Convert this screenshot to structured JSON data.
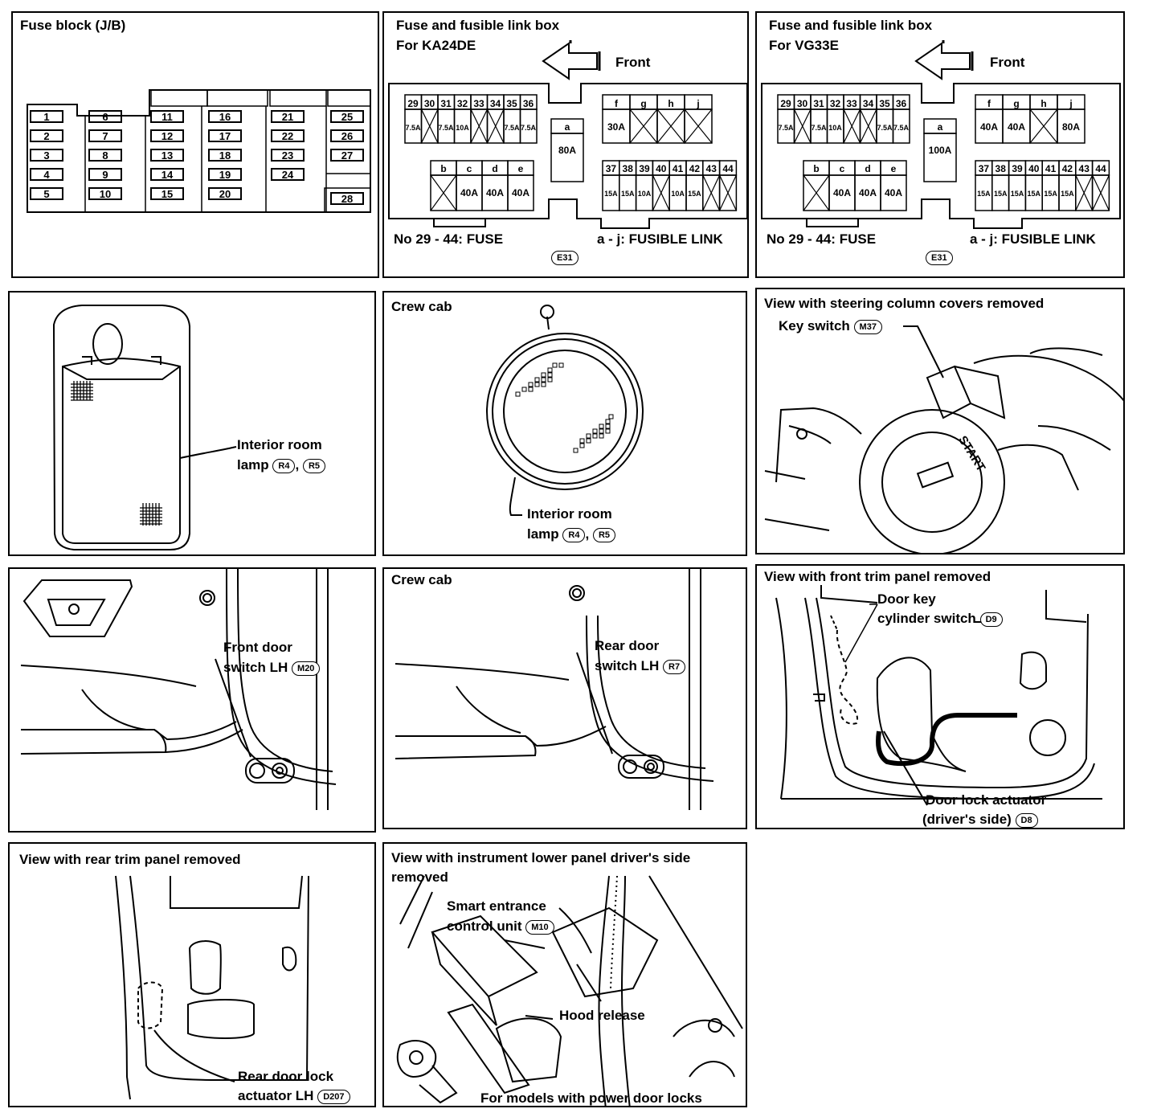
{
  "panels": {
    "fuse_block": {
      "title": "Fuse block (J/B)",
      "fuses": [
        "1",
        "2",
        "3",
        "4",
        "5",
        "6",
        "7",
        "8",
        "9",
        "10",
        "11",
        "12",
        "13",
        "14",
        "15",
        "16",
        "17",
        "18",
        "19",
        "20",
        "21",
        "22",
        "23",
        "24",
        "25",
        "26",
        "27",
        "28"
      ]
    },
    "box_ka24de": {
      "title_1": "Fuse and fusible link box",
      "title_2": "For KA24DE",
      "front": "Front",
      "top_fuses": [
        {
          "no": "29",
          "amp": "7.5A"
        },
        {
          "no": "30",
          "amp": ""
        },
        {
          "no": "31",
          "amp": "7.5A"
        },
        {
          "no": "32",
          "amp": "10A"
        },
        {
          "no": "33",
          "amp": ""
        },
        {
          "no": "34",
          "amp": ""
        },
        {
          "no": "35",
          "amp": "7.5A"
        },
        {
          "no": "36",
          "amp": "7.5A"
        }
      ],
      "center_link": {
        "id": "a",
        "amp": "80A"
      },
      "links_fghj": [
        {
          "id": "f",
          "amp": "30A"
        },
        {
          "id": "g",
          "amp": ""
        },
        {
          "id": "h",
          "amp": ""
        },
        {
          "id": "j",
          "amp": ""
        }
      ],
      "links_bcde": [
        {
          "id": "b",
          "amp": ""
        },
        {
          "id": "c",
          "amp": "40A"
        },
        {
          "id": "d",
          "amp": "40A"
        },
        {
          "id": "e",
          "amp": "40A"
        }
      ],
      "bottom_fuses": [
        {
          "no": "37",
          "amp": "15A"
        },
        {
          "no": "38",
          "amp": "15A"
        },
        {
          "no": "39",
          "amp": "10A"
        },
        {
          "no": "40",
          "amp": ""
        },
        {
          "no": "41",
          "amp": "10A"
        },
        {
          "no": "42",
          "amp": "15A"
        },
        {
          "no": "43",
          "amp": ""
        },
        {
          "no": "44",
          "amp": ""
        }
      ],
      "legend_fuse": "No 29 - 44:  FUSE",
      "legend_link": "a - j:  FUSIBLE LINK",
      "connector": "E31"
    },
    "box_vg33e": {
      "title_1": "Fuse and fusible link box",
      "title_2": "For VG33E",
      "front": "Front",
      "top_fuses": [
        {
          "no": "29",
          "amp": "7.5A"
        },
        {
          "no": "30",
          "amp": ""
        },
        {
          "no": "31",
          "amp": "7.5A"
        },
        {
          "no": "32",
          "amp": "10A"
        },
        {
          "no": "33",
          "amp": ""
        },
        {
          "no": "34",
          "amp": ""
        },
        {
          "no": "35",
          "amp": "7.5A"
        },
        {
          "no": "36",
          "amp": "7.5A"
        }
      ],
      "center_link": {
        "id": "a",
        "amp": "100A"
      },
      "links_fghj": [
        {
          "id": "f",
          "amp": "40A"
        },
        {
          "id": "g",
          "amp": "40A"
        },
        {
          "id": "h",
          "amp": ""
        },
        {
          "id": "j",
          "amp": "80A"
        }
      ],
      "links_bcde": [
        {
          "id": "b",
          "amp": ""
        },
        {
          "id": "c",
          "amp": "40A"
        },
        {
          "id": "d",
          "amp": "40A"
        },
        {
          "id": "e",
          "amp": "40A"
        }
      ],
      "bottom_fuses": [
        {
          "no": "37",
          "amp": "15A"
        },
        {
          "no": "38",
          "amp": "15A"
        },
        {
          "no": "39",
          "amp": "15A"
        },
        {
          "no": "40",
          "amp": "15A"
        },
        {
          "no": "41",
          "amp": "15A"
        },
        {
          "no": "42",
          "amp": "15A"
        },
        {
          "no": "43",
          "amp": ""
        },
        {
          "no": "44",
          "amp": ""
        }
      ],
      "legend_fuse": "No 29 - 44:  FUSE",
      "legend_link": "a - j:  FUSIBLE LINK",
      "connector": "E31"
    },
    "room_lamp": {
      "label_1": "Interior room",
      "label_2": "lamp",
      "connector_1": "R4",
      "sep": ",",
      "connector_2": "R5"
    },
    "crew_lamp": {
      "title": "Crew cab",
      "label_1": "Interior room",
      "label_2": "lamp",
      "connector_1": "R4",
      "sep": ",",
      "connector_2": "R5"
    },
    "key_switch": {
      "title": "View with steering column covers removed",
      "label": "Key switch",
      "connector": "M37",
      "start_text": "START"
    },
    "front_door": {
      "label_1": "Front door",
      "label_2": "switch LH",
      "connector": "M20"
    },
    "rear_door": {
      "title": "Crew cab",
      "label_1": "Rear door",
      "label_2": "switch LH",
      "connector": "R7"
    },
    "front_trim": {
      "title": "View with front trim panel removed",
      "label_key_1": "Door key",
      "label_key_2": "cylinder switch",
      "connector_key": "D9",
      "label_act_1": "Door lock actuator",
      "label_act_2": "(driver's side)",
      "connector_act": "D8"
    },
    "rear_trim": {
      "title": "View with rear trim panel removed",
      "label_1": "Rear door lock",
      "label_2": "actuator LH",
      "connector": "D207"
    },
    "instrument": {
      "title_1": "View with instrument lower panel driver's side",
      "title_2": "removed",
      "label_unit_1": "Smart entrance",
      "label_unit_2": "control unit",
      "connector": "M10",
      "label_hood": "Hood release",
      "footer": "For models with power door locks"
    }
  }
}
